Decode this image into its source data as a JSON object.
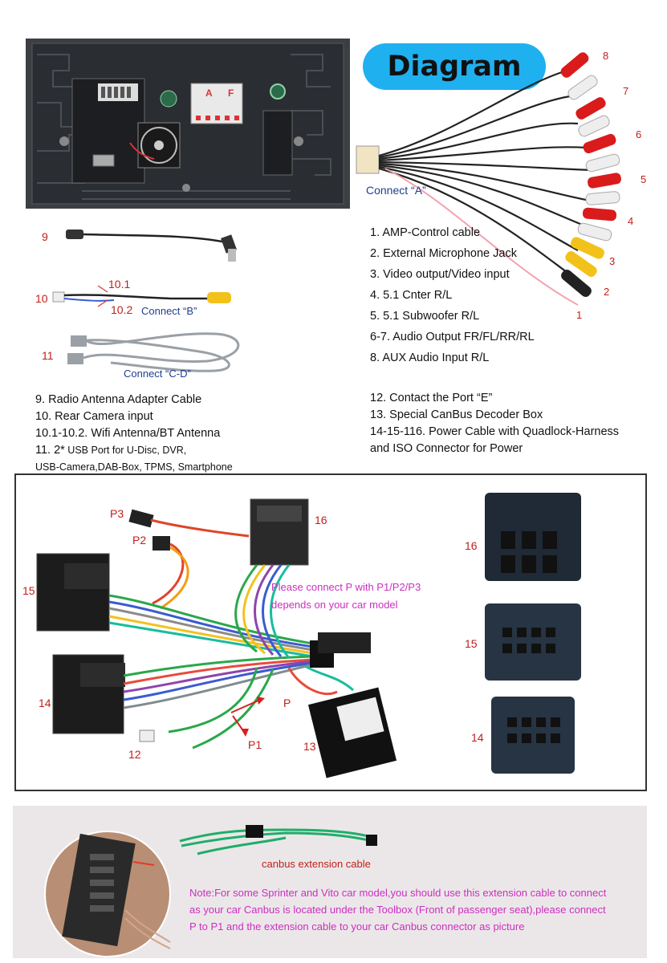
{
  "colors": {
    "badge": "#1fb0f0",
    "callout": "#cc2fbf",
    "number": "#c0201a",
    "connect": "#1f3f8f",
    "canbus": "#c0201a"
  },
  "badge": {
    "title": "Diagram"
  },
  "unit_panel": {
    "label_a": "A",
    "label_f": "F"
  },
  "rca": {
    "connect_label": "Connect “A”",
    "numbers": [
      "8",
      "7",
      "6",
      "5",
      "4",
      "3",
      "2",
      "1"
    ]
  },
  "cables": {
    "n9": "9",
    "n10": "10",
    "n10_1": "10.1",
    "n10_2": "10.2",
    "connect_b": "Connect “B”",
    "n11": "11",
    "connect_cd": "Connect “C-D”"
  },
  "legend_right": [
    "1. AMP-Control cable",
    "2. External Microphone Jack",
    "3. Video output/Video input",
    "4. 5.1 Cnter R/L",
    "5. 5.1 Subwoofer R/L",
    "6-7. Audio Output FR/FL/RR/RL",
    "8. AUX Audio Input R/L"
  ],
  "legend_left": {
    "l9": "9.   Radio Antenna Adapter Cable",
    "l10": "10. Rear Camera input",
    "l10_1": "10.1-10.2.  Wifi Antenna/BT Antenna",
    "l11a_prefix": "11. 2*",
    "l11a_rest": " USB Port for U-Disc, DVR,",
    "l11b": "USB-Camera,DAB-Box, TPMS, Smartphone"
  },
  "legend_mid": {
    "l12": "12. Contact the Port “E”",
    "l13": "13. Special CanBus Decoder Box",
    "l14a": "14-15-116. Power Cable with Quadlock-Harness",
    "l14b": "and ISO Connector for Power"
  },
  "harness": {
    "p3": "P3",
    "p2": "P2",
    "n16": "16",
    "n15": "15",
    "n14": "14",
    "n12": "12",
    "n13": "13",
    "p": "P",
    "p1": "P1",
    "note1": "Please connect P with P1/P2/P3",
    "note2": "depends on your car model",
    "r16": "16",
    "r15": "15",
    "r14": "14"
  },
  "canbus": {
    "label": "canbus extension cable",
    "note1": "Note:For some Sprinter and Vito car model,you should use this extension cable to connect",
    "note2": "as your car Canbus is located under the Toolbox (Front of passenger seat),please connect",
    "note3": "P to P1 and the extension cable to your car Canbus connector as picture"
  }
}
